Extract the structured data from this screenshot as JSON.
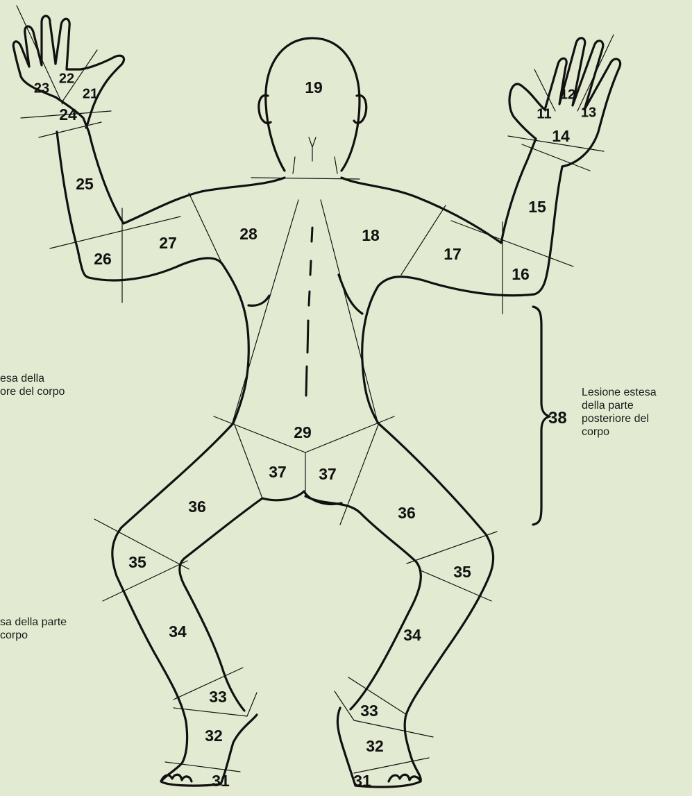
{
  "regions": {
    "r11": "11",
    "r12": "12",
    "r13": "13",
    "r14": "14",
    "r15": "15",
    "r16": "16",
    "r17": "17",
    "r18": "18",
    "r19": "19",
    "r21": "21",
    "r22": "22",
    "r23": "23",
    "r24": "24",
    "r25": "25",
    "r26": "26",
    "r27": "27",
    "r28": "28",
    "r29": "29",
    "r31": "31",
    "r32": "32",
    "r33": "33",
    "r34": "34",
    "r35": "35",
    "r36": "36",
    "r37": "37",
    "r38": "38"
  },
  "captions": {
    "left_top": "esa della\nore del corpo",
    "left_bottom": "sa della parte\ncorpo",
    "right": "Lesione estesa\ndella parte\nposteriore del\ncorpo"
  },
  "colors": {
    "paper": "#e2ebd1",
    "ink": "#111111"
  }
}
